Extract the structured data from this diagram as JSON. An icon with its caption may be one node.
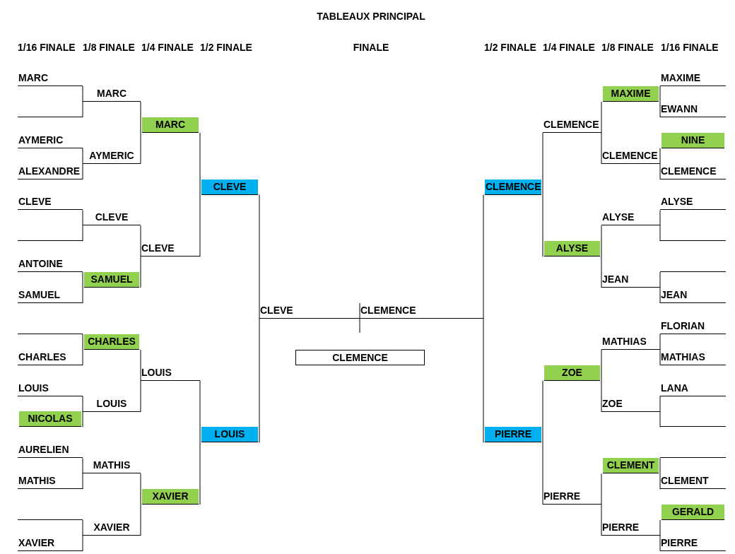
{
  "diagram": {
    "title": "TABLEAUX PRINCIPAL",
    "nodes": [
      {
        "text": [
          "MARC"
        ]
      },
      {
        "text": [],
        "shape": "line"
      },
      {
        "text": [
          "AYMERIC"
        ]
      },
      {
        "text": [
          "ALEXANDRE"
        ]
      },
      {
        "text": [
          "CLEVE"
        ]
      },
      {
        "text": [],
        "shape": "line"
      },
      {
        "text": [
          "ANTOINE"
        ]
      },
      {
        "text": [
          "SAMUEL"
        ]
      },
      {
        "text": [],
        "shape": "line"
      },
      {
        "text": [
          "CHARLES"
        ]
      },
      {
        "text": [
          "LOUIS"
        ]
      },
      {
        "text": [
          "NICOLAS"
        ]
      },
      {
        "text": [
          "AURELIEN"
        ]
      },
      {
        "text": [
          "MATHIS"
        ]
      },
      {
        "text": [],
        "shape": "line"
      },
      {
        "text": [
          "XAVIER"
        ]
      },
      {
        "text": [
          "MARC"
        ]
      },
      {
        "text": [
          "AYMERIC"
        ]
      },
      {
        "text": [
          "CLEVE"
        ]
      },
      {
        "text": [
          "SAMUEL"
        ]
      },
      {
        "text": [
          "CHARLES"
        ]
      },
      {
        "text": [
          "LOUIS"
        ]
      },
      {
        "text": [
          "MATHIS"
        ]
      },
      {
        "text": [
          "XAVIER"
        ]
      },
      {
        "text": [
          "MARC"
        ]
      },
      {
        "text": [
          "CLEVE"
        ]
      },
      {
        "text": [
          "LOUIS"
        ]
      },
      {
        "text": [
          "XAVIER"
        ]
      },
      {
        "text": [
          "CLEVE"
        ]
      },
      {
        "text": [
          "LOUIS"
        ]
      },
      {
        "text": [
          "CLEVE"
        ]
      },
      {
        "text": [
          "CLEMENCE"
        ]
      },
      {
        "text": [
          "CLEMENCE"
        ]
      },
      {
        "text": [
          "PIERRE"
        ]
      },
      {
        "text": [
          "CLEMENCE"
        ]
      },
      {
        "text": [
          "ALYSE"
        ]
      },
      {
        "text": [
          "ZOE"
        ]
      },
      {
        "text": [
          "PIERRE"
        ]
      },
      {
        "text": [
          "MAXIME"
        ]
      },
      {
        "text": [
          "CLEMENCE"
        ]
      },
      {
        "text": [
          "ALYSE"
        ]
      },
      {
        "text": [
          "JEAN"
        ]
      },
      {
        "text": [
          "MATHIAS"
        ]
      },
      {
        "text": [
          "ZOE"
        ]
      },
      {
        "text": [
          "CLEMENT"
        ]
      },
      {
        "text": [
          "PIERRE"
        ]
      },
      {
        "text": [
          "MAXIME"
        ]
      },
      {
        "text": [
          "EWANN"
        ]
      },
      {
        "text": [
          "NINE"
        ]
      },
      {
        "text": [
          "CLEMENCE"
        ]
      },
      {
        "text": [
          "ALYSE"
        ]
      },
      {
        "text": [],
        "shape": "line"
      },
      {
        "text": [],
        "shape": "line"
      },
      {
        "text": [
          "JEAN"
        ]
      },
      {
        "text": [
          "FLORIAN"
        ]
      },
      {
        "text": [
          "MATHIAS"
        ]
      },
      {
        "text": [
          "LANA"
        ]
      },
      {
        "text": [],
        "shape": "line"
      },
      {
        "text": [],
        "shape": "line"
      },
      {
        "text": [
          "CLEMENT"
        ]
      },
      {
        "text": [
          "GERALD"
        ]
      },
      {
        "text": [
          "PIERRE"
        ]
      },
      {
        "text": [
          "CLEMENCE"
        ]
      }
    ],
    "edges": [
      {
        "from": 0,
        "to": 16,
        "arrow": "none"
      },
      {
        "from": 1,
        "to": 16,
        "arrow": "none"
      },
      {
        "from": 2,
        "to": 17,
        "arrow": "none"
      },
      {
        "from": 3,
        "to": 17,
        "arrow": "none"
      },
      {
        "from": 4,
        "to": 18,
        "arrow": "none"
      },
      {
        "from": 5,
        "to": 18,
        "arrow": "none"
      },
      {
        "from": 6,
        "to": 19,
        "arrow": "none"
      },
      {
        "from": 7,
        "to": 19,
        "arrow": "none"
      },
      {
        "from": 8,
        "to": 20,
        "arrow": "none"
      },
      {
        "from": 9,
        "to": 20,
        "arrow": "none"
      },
      {
        "from": 10,
        "to": 21,
        "arrow": "none"
      },
      {
        "from": 11,
        "to": 21,
        "arrow": "none"
      },
      {
        "from": 12,
        "to": 22,
        "arrow": "none"
      },
      {
        "from": 13,
        "to": 22,
        "arrow": "none"
      },
      {
        "from": 14,
        "to": 23,
        "arrow": "none"
      },
      {
        "from": 15,
        "to": 23,
        "arrow": "none"
      },
      {
        "from": 16,
        "to": 24,
        "arrow": "none"
      },
      {
        "from": 17,
        "to": 24,
        "arrow": "none"
      },
      {
        "from": 18,
        "to": 25,
        "arrow": "none"
      },
      {
        "from": 19,
        "to": 25,
        "arrow": "none"
      },
      {
        "from": 20,
        "to": 26,
        "arrow": "none"
      },
      {
        "from": 21,
        "to": 26,
        "arrow": "none"
      },
      {
        "from": 22,
        "to": 27,
        "arrow": "none"
      },
      {
        "from": 23,
        "to": 27,
        "arrow": "none"
      },
      {
        "from": 24,
        "to": 28,
        "arrow": "none"
      },
      {
        "from": 25,
        "to": 28,
        "arrow": "none"
      },
      {
        "from": 26,
        "to": 29,
        "arrow": "none"
      },
      {
        "from": 27,
        "to": 29,
        "arrow": "none"
      },
      {
        "from": 28,
        "to": 30,
        "arrow": "none"
      },
      {
        "from": 29,
        "to": 30,
        "arrow": "none"
      },
      {
        "from": 30,
        "to": 31,
        "arrow": "none"
      },
      {
        "from": 32,
        "to": 31,
        "arrow": "none"
      },
      {
        "from": 33,
        "to": 31,
        "arrow": "none"
      },
      {
        "from": 34,
        "to": 32,
        "arrow": "none"
      },
      {
        "from": 35,
        "to": 32,
        "arrow": "none"
      },
      {
        "from": 36,
        "to": 33,
        "arrow": "none"
      },
      {
        "from": 37,
        "to": 33,
        "arrow": "none"
      },
      {
        "from": 38,
        "to": 34,
        "arrow": "none"
      },
      {
        "from": 39,
        "to": 34,
        "arrow": "none"
      },
      {
        "from": 40,
        "to": 35,
        "arrow": "none"
      },
      {
        "from": 41,
        "to": 35,
        "arrow": "none"
      },
      {
        "from": 42,
        "to": 36,
        "arrow": "none"
      },
      {
        "from": 43,
        "to": 36,
        "arrow": "none"
      },
      {
        "from": 44,
        "to": 37,
        "arrow": "none"
      },
      {
        "from": 45,
        "to": 37,
        "arrow": "none"
      },
      {
        "from": 46,
        "to": 38,
        "arrow": "none"
      },
      {
        "from": 47,
        "to": 38,
        "arrow": "none"
      },
      {
        "from": 48,
        "to": 39,
        "arrow": "none"
      },
      {
        "from": 49,
        "to": 39,
        "arrow": "none"
      },
      {
        "from": 50,
        "to": 40,
        "arrow": "none"
      },
      {
        "from": 51,
        "to": 40,
        "arrow": "none"
      },
      {
        "from": 52,
        "to": 41,
        "arrow": "none"
      },
      {
        "from": 53,
        "to": 41,
        "arrow": "none"
      },
      {
        "from": 54,
        "to": 42,
        "arrow": "none"
      },
      {
        "from": 55,
        "to": 42,
        "arrow": "none"
      },
      {
        "from": 56,
        "to": 43,
        "arrow": "none"
      },
      {
        "from": 57,
        "to": 43,
        "arrow": "none"
      },
      {
        "from": 58,
        "to": 44,
        "arrow": "none"
      },
      {
        "from": 59,
        "to": 44,
        "arrow": "none"
      },
      {
        "from": 60,
        "to": 45,
        "arrow": "none"
      },
      {
        "from": 61,
        "to": 45,
        "arrow": "none"
      }
    ],
    "labels": [
      "1/16 FINALE",
      "1/8 FINALE",
      "1/4 FINALE",
      "1/2 FINALE",
      "FINALE",
      "1/2 FINALE",
      "1/4 FINALE",
      "1/8 FINALE",
      "1/16 FINALE"
    ]
  }
}
